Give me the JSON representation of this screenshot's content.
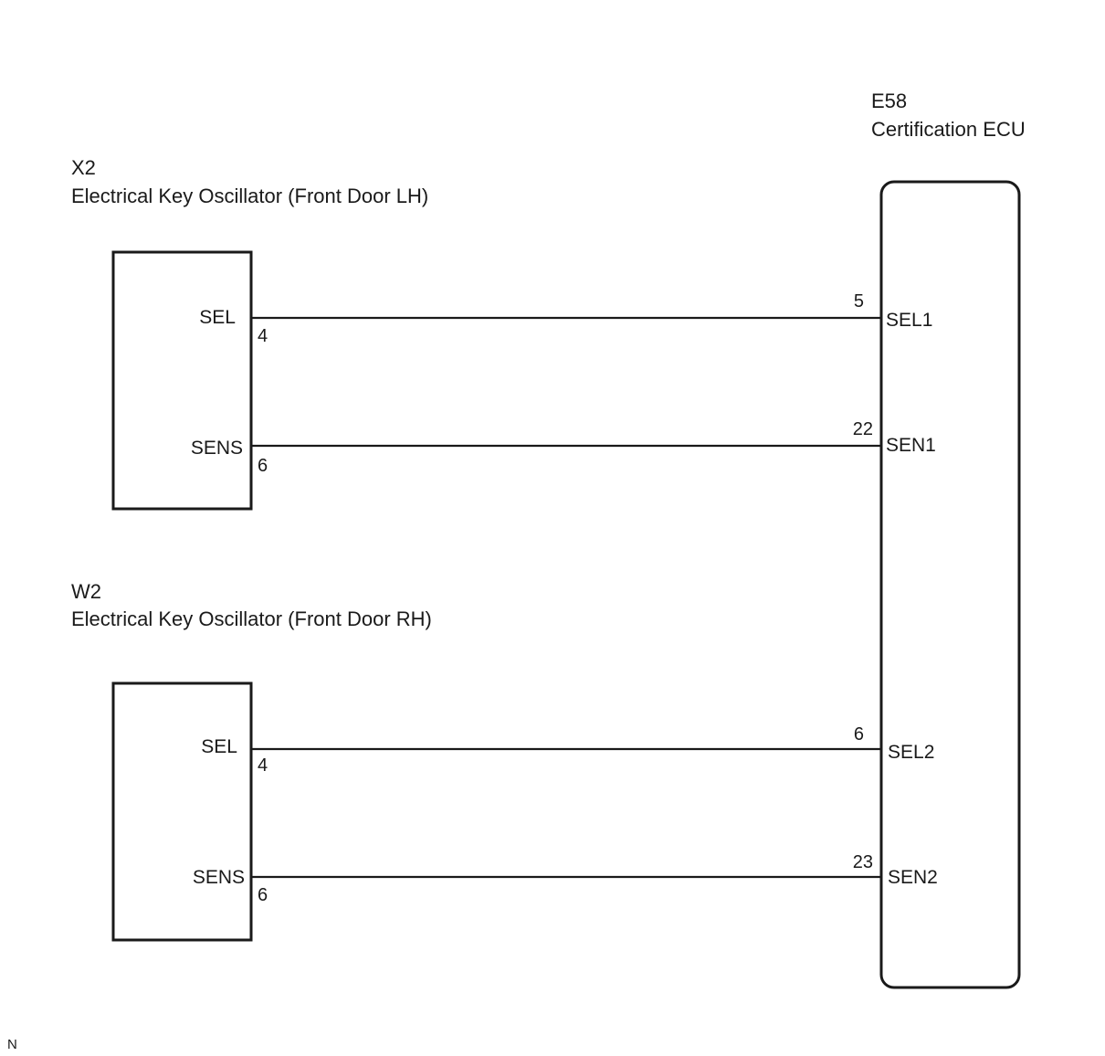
{
  "ecu": {
    "code": "E58",
    "name": "Certification ECU",
    "pins": [
      {
        "number": "5",
        "signal": "SEL1"
      },
      {
        "number": "22",
        "signal": "SEN1"
      },
      {
        "number": "6",
        "signal": "SEL2"
      },
      {
        "number": "23",
        "signal": "SEN2"
      }
    ]
  },
  "components": [
    {
      "code": "X2",
      "name": "Electrical Key Oscillator (Front Door LH)",
      "pins": [
        {
          "signal": "SEL",
          "number": "4"
        },
        {
          "signal": "SENS",
          "number": "6"
        }
      ]
    },
    {
      "code": "W2",
      "name": "Electrical Key Oscillator (Front Door RH)",
      "pins": [
        {
          "signal": "SEL",
          "number": "4"
        },
        {
          "signal": "SENS",
          "number": "6"
        }
      ]
    }
  ],
  "footer": {
    "mark": "N"
  }
}
